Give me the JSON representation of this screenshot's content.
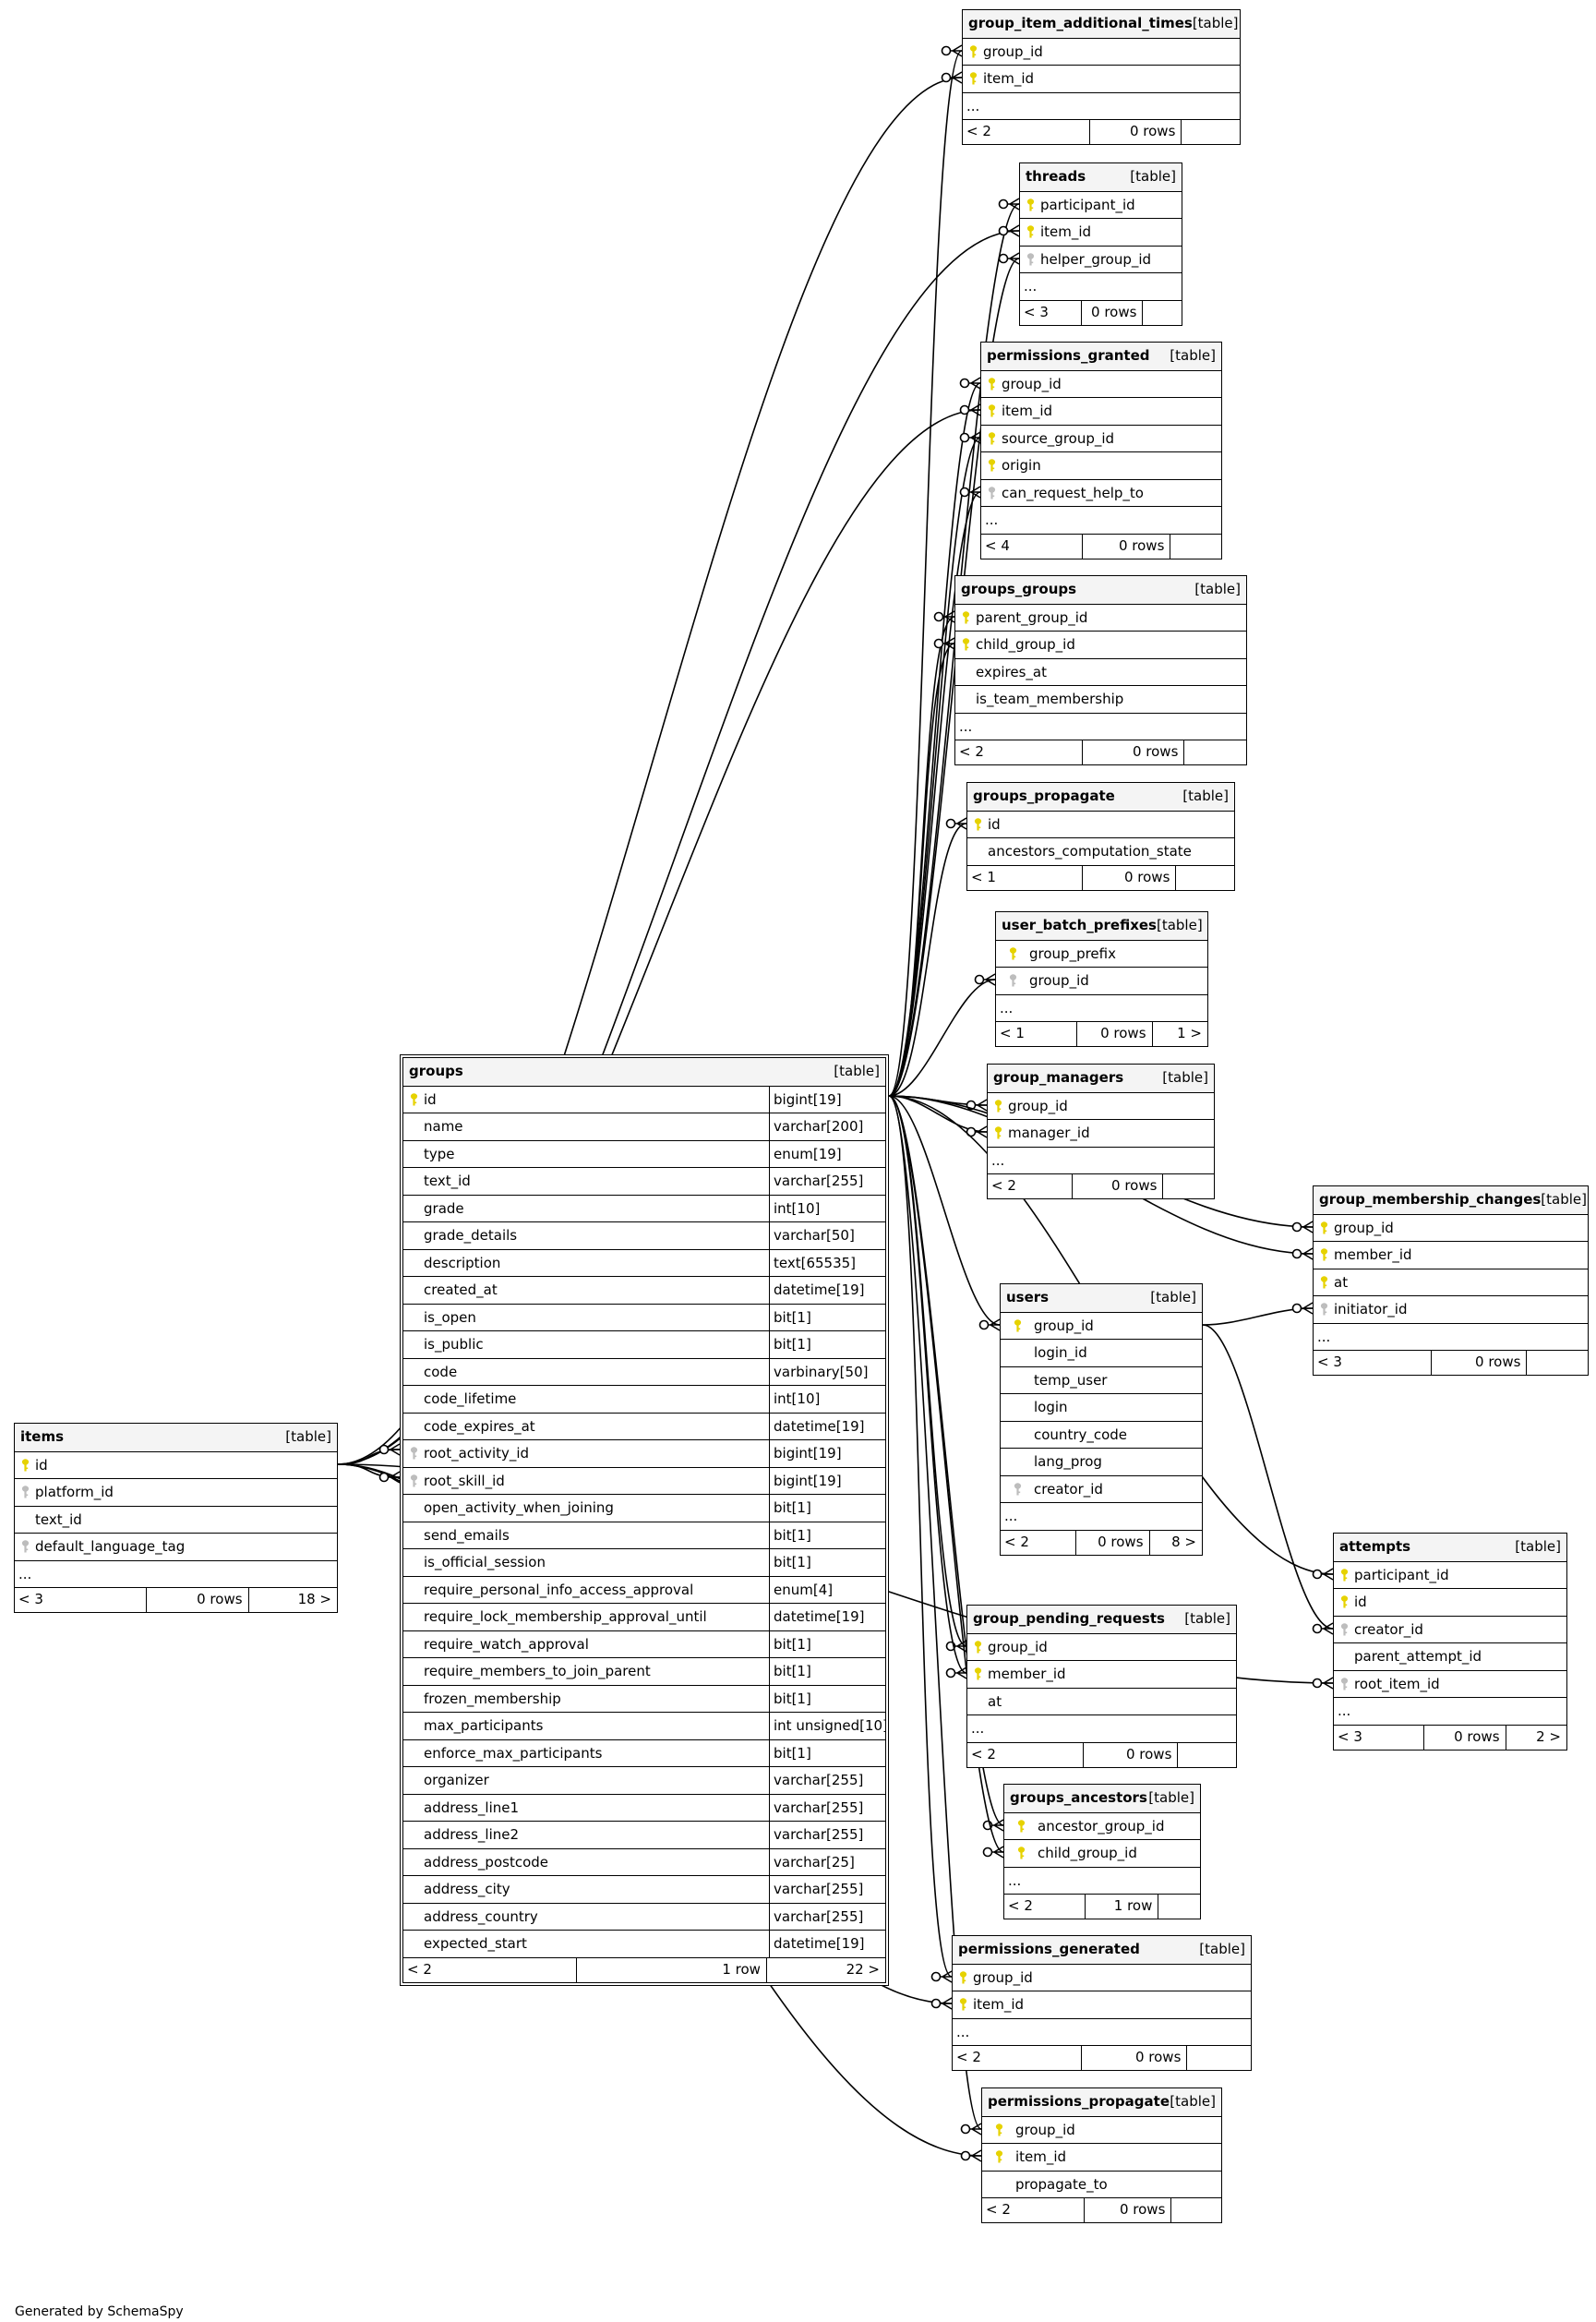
{
  "footer_text": "Generated by SchemaSpy",
  "colors": {
    "pk_key": "#e6d200",
    "fk_key": "#bdbdbd",
    "line": "#000000",
    "header_bg": "#f4f4f4"
  },
  "tables": [
    {
      "id": "group_item_additional_times",
      "name": "group_item_additional_times",
      "tag": "[table]",
      "columns": [
        {
          "name": "group_id",
          "key": "pk"
        },
        {
          "name": "item_id",
          "key": "pk"
        }
      ],
      "ellipsis": "...",
      "footer": [
        "< 2",
        "0 rows",
        ""
      ]
    },
    {
      "id": "threads",
      "name": "threads",
      "tag": "[table]",
      "columns": [
        {
          "name": "participant_id",
          "key": "pk"
        },
        {
          "name": "item_id",
          "key": "pk"
        },
        {
          "name": "helper_group_id",
          "key": "fk"
        }
      ],
      "ellipsis": "...",
      "footer": [
        "< 3",
        "0 rows",
        ""
      ]
    },
    {
      "id": "permissions_granted",
      "name": "permissions_granted",
      "tag": "[table]",
      "columns": [
        {
          "name": "group_id",
          "key": "pk"
        },
        {
          "name": "item_id",
          "key": "pk"
        },
        {
          "name": "source_group_id",
          "key": "pk"
        },
        {
          "name": "origin",
          "key": "pk"
        },
        {
          "name": "can_request_help_to",
          "key": "fk"
        }
      ],
      "ellipsis": "...",
      "footer": [
        "< 4",
        "0 rows",
        ""
      ]
    },
    {
      "id": "groups_groups",
      "name": "groups_groups",
      "tag": "[table]",
      "columns": [
        {
          "name": "parent_group_id",
          "key": "pk"
        },
        {
          "name": "child_group_id",
          "key": "pk"
        },
        {
          "name": "expires_at",
          "key": ""
        },
        {
          "name": "is_team_membership",
          "key": ""
        }
      ],
      "ellipsis": "...",
      "footer": [
        "< 2",
        "0 rows",
        ""
      ]
    },
    {
      "id": "groups_propagate",
      "name": "groups_propagate",
      "tag": "[table]",
      "columns": [
        {
          "name": "id",
          "key": "pk"
        },
        {
          "name": "ancestors_computation_state",
          "key": ""
        }
      ],
      "ellipsis": "",
      "footer": [
        "< 1",
        "0 rows",
        ""
      ]
    },
    {
      "id": "user_batch_prefixes",
      "name": "user_batch_prefixes",
      "tag": "[table]",
      "columns": [
        {
          "name": "group_prefix",
          "key": "pk"
        },
        {
          "name": "group_id",
          "key": "fk"
        }
      ],
      "ellipsis": "...",
      "footer": [
        "< 1",
        "0 rows",
        "1 >"
      ]
    },
    {
      "id": "group_managers",
      "name": "group_managers",
      "tag": "[table]",
      "columns": [
        {
          "name": "group_id",
          "key": "pk"
        },
        {
          "name": "manager_id",
          "key": "pk"
        }
      ],
      "ellipsis": "...",
      "footer": [
        "< 2",
        "0 rows",
        ""
      ]
    },
    {
      "id": "group_membership_changes",
      "name": "group_membership_changes",
      "tag": "[table]",
      "columns": [
        {
          "name": "group_id",
          "key": "pk"
        },
        {
          "name": "member_id",
          "key": "pk"
        },
        {
          "name": "at",
          "key": "pk"
        },
        {
          "name": "initiator_id",
          "key": "fk"
        }
      ],
      "ellipsis": "...",
      "footer": [
        "< 3",
        "0 rows",
        ""
      ]
    },
    {
      "id": "users",
      "name": "users",
      "tag": "[table]",
      "columns": [
        {
          "name": "group_id",
          "key": "pk"
        },
        {
          "name": "login_id",
          "key": ""
        },
        {
          "name": "temp_user",
          "key": ""
        },
        {
          "name": "login",
          "key": ""
        },
        {
          "name": "country_code",
          "key": ""
        },
        {
          "name": "lang_prog",
          "key": ""
        },
        {
          "name": "creator_id",
          "key": "fk"
        }
      ],
      "ellipsis": "...",
      "footer": [
        "< 2",
        "0 rows",
        "8 >"
      ]
    },
    {
      "id": "attempts",
      "name": "attempts",
      "tag": "[table]",
      "columns": [
        {
          "name": "participant_id",
          "key": "pk"
        },
        {
          "name": "id",
          "key": "pk"
        },
        {
          "name": "creator_id",
          "key": "fk"
        },
        {
          "name": "parent_attempt_id",
          "key": ""
        },
        {
          "name": "root_item_id",
          "key": "fk"
        }
      ],
      "ellipsis": "...",
      "footer": [
        "< 3",
        "0 rows",
        "2 >"
      ]
    },
    {
      "id": "group_pending_requests",
      "name": "group_pending_requests",
      "tag": "[table]",
      "columns": [
        {
          "name": "group_id",
          "key": "pk"
        },
        {
          "name": "member_id",
          "key": "pk"
        },
        {
          "name": "at",
          "key": ""
        }
      ],
      "ellipsis": "...",
      "footer": [
        "< 2",
        "0 rows",
        ""
      ]
    },
    {
      "id": "groups_ancestors",
      "name": "groups_ancestors",
      "tag": "[table]",
      "columns": [
        {
          "name": "ancestor_group_id",
          "key": "pk"
        },
        {
          "name": "child_group_id",
          "key": "pk"
        }
      ],
      "ellipsis": "...",
      "footer": [
        "< 2",
        "1 row",
        ""
      ]
    },
    {
      "id": "permissions_generated",
      "name": "permissions_generated",
      "tag": "[table]",
      "columns": [
        {
          "name": "group_id",
          "key": "pk"
        },
        {
          "name": "item_id",
          "key": "pk"
        }
      ],
      "ellipsis": "...",
      "footer": [
        "< 2",
        "0 rows",
        ""
      ]
    },
    {
      "id": "permissions_propagate",
      "name": "permissions_propagate",
      "tag": "[table]",
      "columns": [
        {
          "name": "group_id",
          "key": "pk"
        },
        {
          "name": "item_id",
          "key": "pk"
        },
        {
          "name": "propagate_to",
          "key": ""
        }
      ],
      "ellipsis": "",
      "footer": [
        "< 2",
        "0 rows",
        ""
      ]
    },
    {
      "id": "items",
      "name": "items",
      "tag": "[table]",
      "columns": [
        {
          "name": "id",
          "key": "pk"
        },
        {
          "name": "platform_id",
          "key": "fk"
        },
        {
          "name": "text_id",
          "key": ""
        },
        {
          "name": "default_language_tag",
          "key": "fk"
        }
      ],
      "ellipsis": "...",
      "footer": [
        "< 3",
        "0 rows",
        "18 >"
      ]
    },
    {
      "id": "groups",
      "name": "groups",
      "tag": "[table]",
      "main": true,
      "columns": [
        {
          "name": "id",
          "key": "pk",
          "type": "bigint[19]"
        },
        {
          "name": "name",
          "key": "",
          "type": "varchar[200]"
        },
        {
          "name": "type",
          "key": "",
          "type": "enum[19]"
        },
        {
          "name": "text_id",
          "key": "",
          "type": "varchar[255]"
        },
        {
          "name": "grade",
          "key": "",
          "type": "int[10]"
        },
        {
          "name": "grade_details",
          "key": "",
          "type": "varchar[50]"
        },
        {
          "name": "description",
          "key": "",
          "type": "text[65535]"
        },
        {
          "name": "created_at",
          "key": "",
          "type": "datetime[19]"
        },
        {
          "name": "is_open",
          "key": "",
          "type": "bit[1]"
        },
        {
          "name": "is_public",
          "key": "",
          "type": "bit[1]"
        },
        {
          "name": "code",
          "key": "",
          "type": "varbinary[50]"
        },
        {
          "name": "code_lifetime",
          "key": "",
          "type": "int[10]"
        },
        {
          "name": "code_expires_at",
          "key": "",
          "type": "datetime[19]"
        },
        {
          "name": "root_activity_id",
          "key": "fk",
          "type": "bigint[19]"
        },
        {
          "name": "root_skill_id",
          "key": "fk",
          "type": "bigint[19]"
        },
        {
          "name": "open_activity_when_joining",
          "key": "",
          "type": "bit[1]"
        },
        {
          "name": "send_emails",
          "key": "",
          "type": "bit[1]"
        },
        {
          "name": "is_official_session",
          "key": "",
          "type": "bit[1]"
        },
        {
          "name": "require_personal_info_access_approval",
          "key": "",
          "type": "enum[4]"
        },
        {
          "name": "require_lock_membership_approval_until",
          "key": "",
          "type": "datetime[19]"
        },
        {
          "name": "require_watch_approval",
          "key": "",
          "type": "bit[1]"
        },
        {
          "name": "require_members_to_join_parent",
          "key": "",
          "type": "bit[1]"
        },
        {
          "name": "frozen_membership",
          "key": "",
          "type": "bit[1]"
        },
        {
          "name": "max_participants",
          "key": "",
          "type": "int unsigned[10]"
        },
        {
          "name": "enforce_max_participants",
          "key": "",
          "type": "bit[1]"
        },
        {
          "name": "organizer",
          "key": "",
          "type": "varchar[255]"
        },
        {
          "name": "address_line1",
          "key": "",
          "type": "varchar[255]"
        },
        {
          "name": "address_line2",
          "key": "",
          "type": "varchar[255]"
        },
        {
          "name": "address_postcode",
          "key": "",
          "type": "varchar[25]"
        },
        {
          "name": "address_city",
          "key": "",
          "type": "varchar[255]"
        },
        {
          "name": "address_country",
          "key": "",
          "type": "varchar[255]"
        },
        {
          "name": "expected_start",
          "key": "",
          "type": "datetime[19]"
        }
      ],
      "ellipsis": "",
      "footer": [
        "< 2",
        "1 row",
        "22 >"
      ]
    }
  ],
  "relationships": [
    {
      "from": "groups.id",
      "to": "group_item_additional_times.group_id"
    },
    {
      "from": "items.id",
      "to": "group_item_additional_times.item_id"
    },
    {
      "from": "groups.id",
      "to": "threads.participant_id"
    },
    {
      "from": "items.id",
      "to": "threads.item_id"
    },
    {
      "from": "groups.id",
      "to": "threads.helper_group_id"
    },
    {
      "from": "groups.id",
      "to": "permissions_granted.group_id"
    },
    {
      "from": "items.id",
      "to": "permissions_granted.item_id"
    },
    {
      "from": "groups.id",
      "to": "permissions_granted.source_group_id"
    },
    {
      "from": "groups.id",
      "to": "permissions_granted.can_request_help_to"
    },
    {
      "from": "groups.id",
      "to": "groups_groups.parent_group_id"
    },
    {
      "from": "groups.id",
      "to": "groups_groups.child_group_id"
    },
    {
      "from": "groups.id",
      "to": "groups_propagate.id"
    },
    {
      "from": "groups.id",
      "to": "user_batch_prefixes.group_id"
    },
    {
      "from": "groups.id",
      "to": "group_managers.group_id"
    },
    {
      "from": "groups.id",
      "to": "group_managers.manager_id"
    },
    {
      "from": "groups.id",
      "to": "group_membership_changes.group_id"
    },
    {
      "from": "groups.id",
      "to": "group_membership_changes.member_id"
    },
    {
      "from": "users.group_id",
      "to": "group_membership_changes.initiator_id"
    },
    {
      "from": "groups.id",
      "to": "users.group_id"
    },
    {
      "from": "groups.id",
      "to": "attempts.participant_id"
    },
    {
      "from": "users.group_id",
      "to": "attempts.creator_id"
    },
    {
      "from": "items.id",
      "to": "attempts.root_item_id"
    },
    {
      "from": "groups.id",
      "to": "group_pending_requests.group_id"
    },
    {
      "from": "groups.id",
      "to": "group_pending_requests.member_id"
    },
    {
      "from": "groups.id",
      "to": "groups_ancestors.ancestor_group_id"
    },
    {
      "from": "groups.id",
      "to": "groups_ancestors.child_group_id"
    },
    {
      "from": "groups.id",
      "to": "permissions_generated.group_id"
    },
    {
      "from": "items.id",
      "to": "permissions_generated.item_id"
    },
    {
      "from": "groups.id",
      "to": "permissions_propagate.group_id"
    },
    {
      "from": "items.id",
      "to": "permissions_propagate.item_id"
    },
    {
      "from": "items.id",
      "to": "groups.root_activity_id"
    },
    {
      "from": "items.id",
      "to": "groups.root_skill_id"
    }
  ]
}
